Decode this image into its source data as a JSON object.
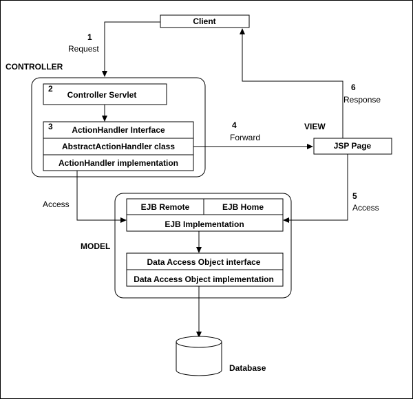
{
  "groups": {
    "controller": "CONTROLLER",
    "view": "VIEW",
    "model": "MODEL"
  },
  "nodes": {
    "client": "Client",
    "controller_servlet": "Controller Servlet",
    "actionhandler_interface": "ActionHandler Interface",
    "abstract_actionhandler": "AbstractActionHandler class",
    "actionhandler_impl": "ActionHandler implementation",
    "jsp_page": "JSP Page",
    "ejb_remote": "EJB Remote",
    "ejb_home": "EJB Home",
    "ejb_impl": "EJB Implementation",
    "dao_interface": "Data Access Object interface",
    "dao_impl": "Data Access Object implementation",
    "database": "Database"
  },
  "steps": [
    {
      "num": "1",
      "label": "Request"
    },
    {
      "num": "2",
      "label": ""
    },
    {
      "num": "3",
      "label": ""
    },
    {
      "num": "4",
      "label": "Forward"
    },
    {
      "num": "5",
      "label": "Access"
    },
    {
      "num": "6",
      "label": "Response"
    }
  ],
  "edge_labels": {
    "controller_access": "Access"
  }
}
